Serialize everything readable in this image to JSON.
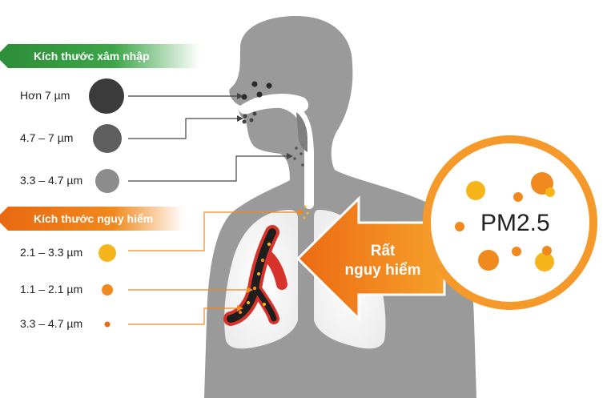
{
  "banners": {
    "penetration": "Kích thước xâm nhập",
    "danger": "Kích thước nguy hiểm"
  },
  "penetration_items": [
    {
      "label": "Hơn 7 µm",
      "color": "#3b3b3b"
    },
    {
      "label": "4.7 – 7 µm",
      "color": "#5e5e5e"
    },
    {
      "label": "3.3 – 4.7 µm",
      "color": "#8c8c8c"
    }
  ],
  "danger_items": [
    {
      "label": "2.1 – 3.3 µm",
      "color": "#f7b51c"
    },
    {
      "label": "1.1 – 2.1 µm",
      "color": "#f08a1e"
    },
    {
      "label": "3.3 – 4.7 µm",
      "color": "#e96a12"
    }
  ],
  "big_arrow": {
    "line1": "Rất",
    "line2": "nguy hiểm",
    "color": "#f07e1a"
  },
  "pm_circle": {
    "label": "PM2.5",
    "ring_color": "#f59a2a"
  },
  "colors": {
    "silhouette": "#9a9a9a",
    "green": "#3da549",
    "orange": "#f08a1e",
    "yellow": "#f7b51c",
    "bronchi": "#d8332a"
  }
}
